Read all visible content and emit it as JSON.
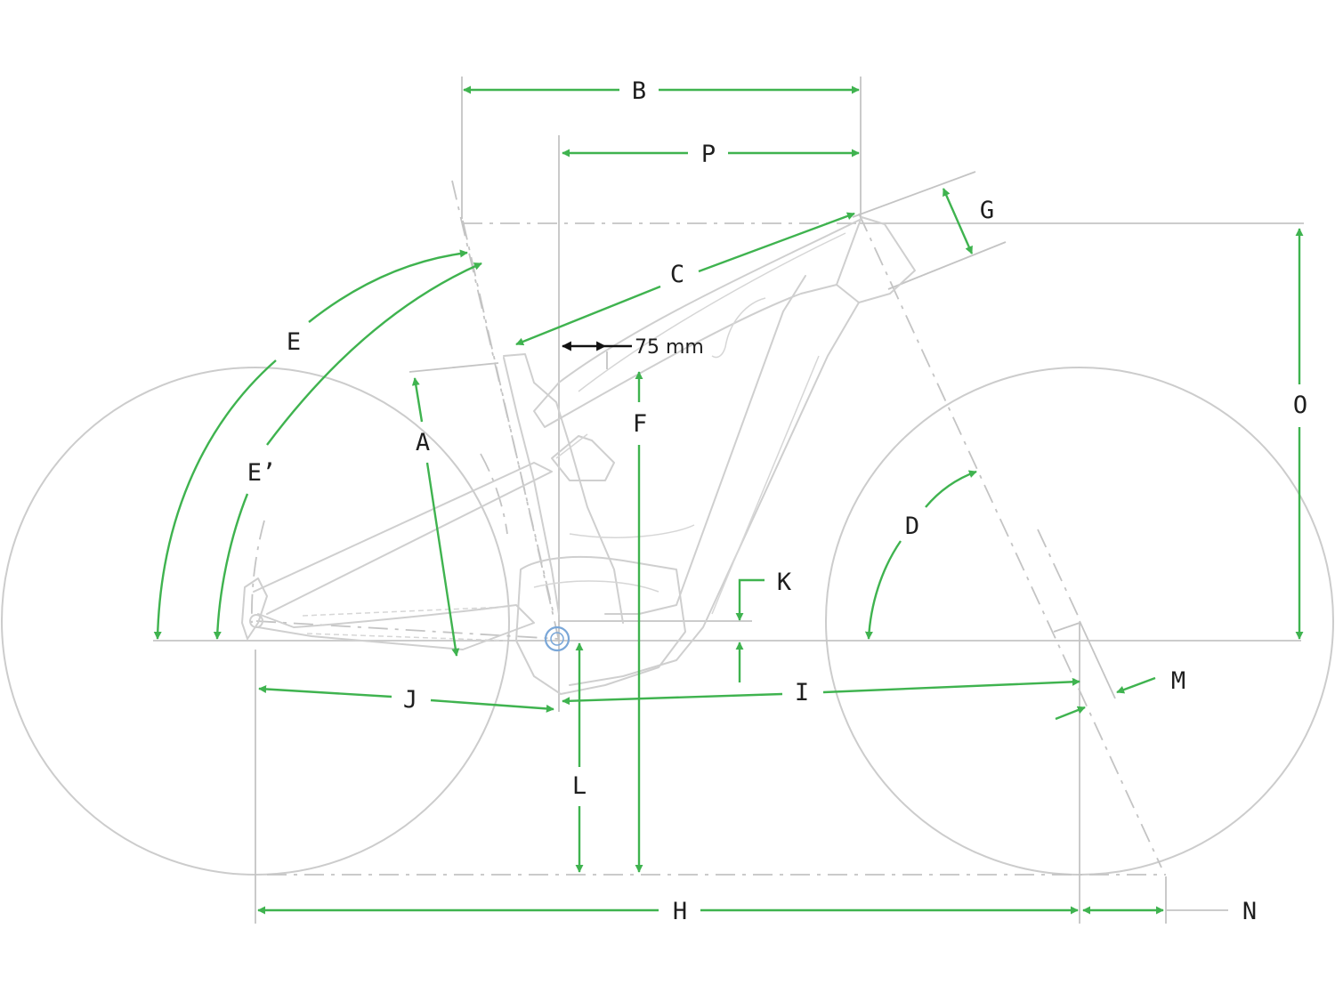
{
  "diagram": {
    "labels": {
      "A": "A",
      "B": "B",
      "C": "C",
      "D": "D",
      "E": "E",
      "E_prime": "E’",
      "F": "F",
      "G": "G",
      "H": "H",
      "I": "I",
      "J": "J",
      "K": "K",
      "L": "L",
      "M": "M",
      "N": "N",
      "O": "O",
      "P": "P"
    },
    "offset_annotation": "75 mm"
  },
  "colors": {
    "dimension_line": "#3fb34f",
    "frame_line": "#cfcfcf",
    "reference_line": "#c4c4c4",
    "text": "#1e1e1e",
    "offset_arrow": "#111111",
    "bottom_bracket_accent": "#7aa7d8"
  }
}
